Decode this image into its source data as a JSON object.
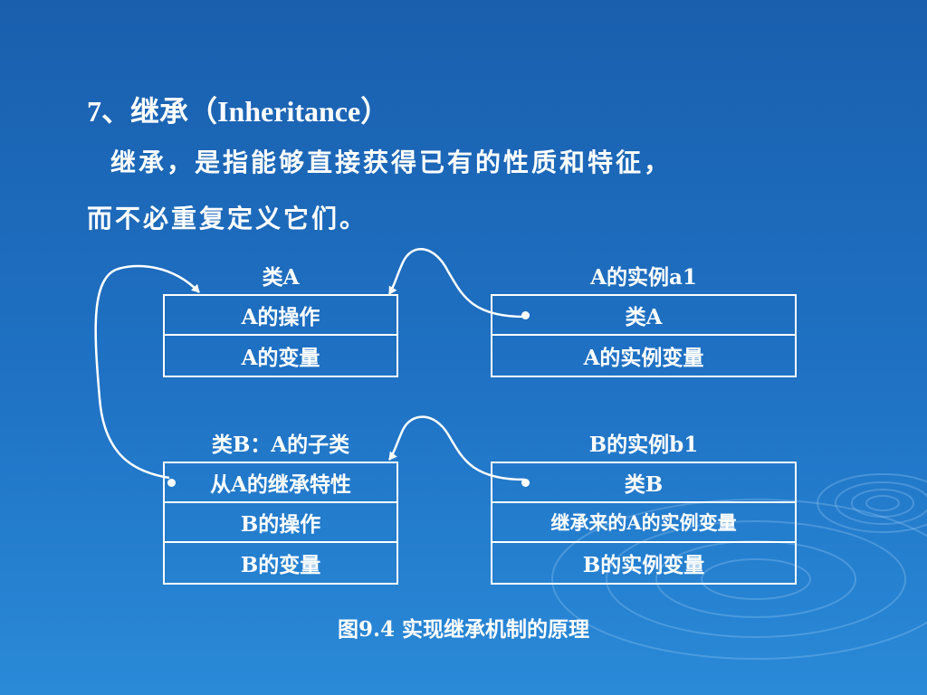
{
  "title": "7、继承（Inheritance）",
  "paragraph": {
    "line1": "继承，是指能够直接获得已有的性质和特征，",
    "line2": "而不必重复定义它们。"
  },
  "class_a": {
    "label": "类A",
    "rows": [
      "A的操作",
      "A的变量"
    ]
  },
  "instance_a1": {
    "label": "A的实例a1",
    "rows": [
      "类A",
      "A的实例变量"
    ]
  },
  "class_b": {
    "label": "类B：A的子类",
    "rows": [
      "从A的继承特性",
      "B的操作",
      "B的变量"
    ]
  },
  "instance_b1": {
    "label": "B的实例b1",
    "rows": [
      "类B",
      "继承来的A的实例变量",
      "B的实例变量"
    ]
  },
  "caption": "图9.4 实现继承机制的原理",
  "colors": {
    "background_top": "#1a5fae",
    "background_bottom": "#2a8ad8",
    "foreground": "#ffffff"
  }
}
